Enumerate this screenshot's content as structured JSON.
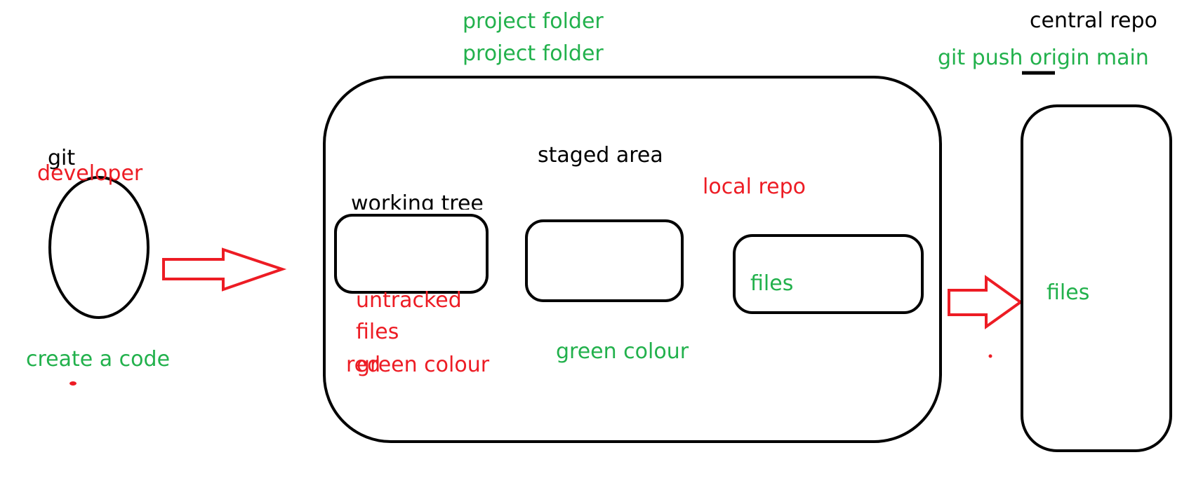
{
  "labels": {
    "project_folder_1": "project folder",
    "project_folder_2": "project folder",
    "central_repo": "central repo",
    "git_push": "git push origin main",
    "git": "git",
    "developer": "developer",
    "create_code": "create a code",
    "staged_area": "staged area",
    "local_repo": "local repo",
    "working_tree": "working tree",
    "untracked": "untracked",
    "files_untracked": "files",
    "red_text": "red",
    "green_colour_overlap": "green colour",
    "green_colour": "green colour",
    "files_local": "files",
    "files_central": "files"
  },
  "colors": {
    "green": "#22b14c",
    "red": "#ed1c24",
    "black": "#000000"
  }
}
